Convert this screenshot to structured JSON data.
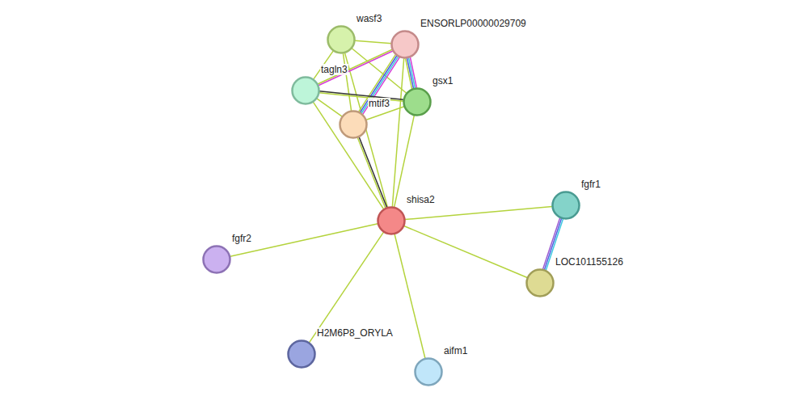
{
  "diagram": {
    "nodes": [
      {
        "text": [
          "wasf3"
        ]
      },
      {
        "text": [
          "ENSORLP00000029709"
        ]
      },
      {
        "text": [
          "tagln3"
        ]
      },
      {
        "text": [
          "gsx1"
        ]
      },
      {
        "text": [
          "mtif3"
        ]
      },
      {
        "text": [
          "shisa2"
        ]
      },
      {
        "text": [
          "fgfr1"
        ]
      },
      {
        "text": [
          "fgfr2"
        ]
      },
      {
        "text": [
          "LOC101155126"
        ]
      },
      {
        "text": [
          "H2M6P8_ORYLA"
        ]
      },
      {
        "text": [
          "aifm1"
        ]
      }
    ],
    "edges": [
      {
        "from": 0,
        "to": 1,
        "arrow": "none"
      },
      {
        "from": 0,
        "to": 2,
        "arrow": "none"
      },
      {
        "from": 0,
        "to": 3,
        "arrow": "none"
      },
      {
        "from": 0,
        "to": 4,
        "arrow": "none"
      },
      {
        "from": 0,
        "to": 5,
        "arrow": "none"
      },
      {
        "from": 1,
        "to": 2,
        "arrow": "none"
      },
      {
        "from": 1,
        "to": 4,
        "arrow": "none"
      },
      {
        "from": 1,
        "to": 3,
        "arrow": "none"
      },
      {
        "from": 1,
        "to": 5,
        "arrow": "none"
      },
      {
        "from": 2,
        "to": 3,
        "arrow": "none"
      },
      {
        "from": 2,
        "to": 4,
        "arrow": "none"
      },
      {
        "from": 2,
        "to": 5,
        "arrow": "none"
      },
      {
        "from": 3,
        "to": 4,
        "arrow": "none"
      },
      {
        "from": 3,
        "to": 5,
        "arrow": "none"
      },
      {
        "from": 4,
        "to": 5,
        "arrow": "none"
      },
      {
        "from": 5,
        "to": 6,
        "arrow": "none"
      },
      {
        "from": 5,
        "to": 7,
        "arrow": "none"
      },
      {
        "from": 5,
        "to": 8,
        "arrow": "none"
      },
      {
        "from": 5,
        "to": 9,
        "arrow": "none"
      },
      {
        "from": 5,
        "to": 10,
        "arrow": "none"
      },
      {
        "from": 6,
        "to": 8,
        "arrow": "none"
      }
    ]
  }
}
